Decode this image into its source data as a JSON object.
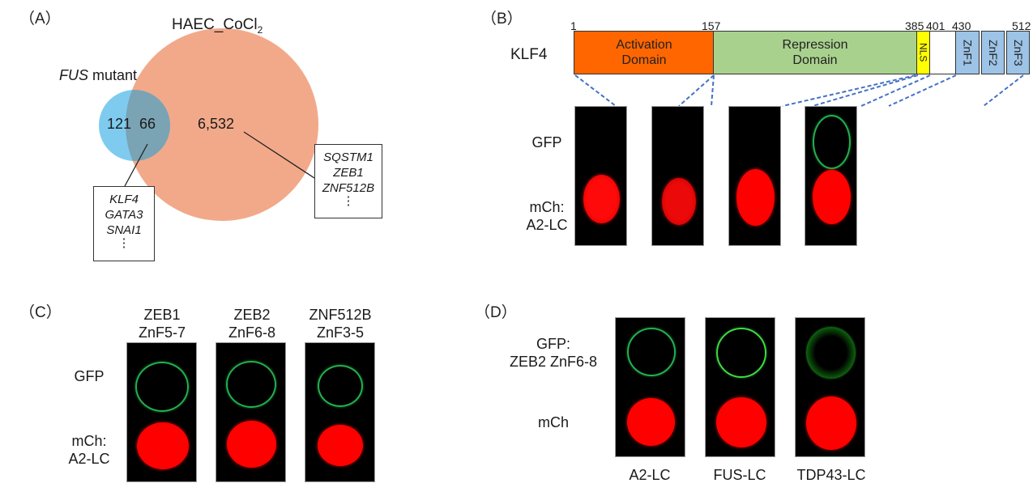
{
  "panels": {
    "A": {
      "label": "（A）",
      "set_large_label": "HAEC_CoCl",
      "set_large_subscript": "2",
      "set_small_label_italic": "FUS",
      "set_small_label_rest": " mutant",
      "counts": {
        "fus_only": "121",
        "overlap": "66",
        "haec_only": "6,532"
      },
      "overlap_genes": [
        "KLF4",
        "GATA3",
        "SNAI1",
        "⋮"
      ],
      "haec_genes": [
        "SQSTM1",
        "ZEB1",
        "ZNF512B",
        "⋮"
      ],
      "colors": {
        "fus_circle": "#7ecbef",
        "haec_circle": "#f2a98a",
        "overlap": "#7aa3b4"
      }
    },
    "B": {
      "label": "（B）",
      "protein": "KLF4",
      "positions": [
        "1",
        "157",
        "385",
        "401",
        "430",
        "512"
      ],
      "domains": [
        {
          "name": "Activation Domain",
          "line1": "Activation",
          "line2": "Domain",
          "color": "#ff6600"
        },
        {
          "name": "Repression Domain",
          "line1": "Repression",
          "line2": "Domain",
          "color": "#a9d18e"
        },
        {
          "name": "NLS",
          "color": "#ffff00"
        },
        {
          "name": "Linker",
          "color": "#ffffff"
        },
        {
          "name": "ZnF1",
          "color": "#9dc3e6"
        },
        {
          "name": "ZnF2",
          "color": "#9dc3e6"
        },
        {
          "name": "ZnF3",
          "color": "#9dc3e6"
        }
      ],
      "row_labels": {
        "gfp": "GFP",
        "mch_line1": "mCh:",
        "mch_line2": "A2-LC"
      },
      "images": [
        {
          "construct": "Activation Domain (1-157)",
          "gfp": "none",
          "mch": "droplet"
        },
        {
          "construct": "Repression Domain (157-385)",
          "gfp": "none",
          "mch": "droplet"
        },
        {
          "construct": "NLS-linker (385-430)",
          "gfp": "none",
          "mch": "droplet"
        },
        {
          "construct": "ZnF1-3 (430-512)",
          "gfp": "ring",
          "mch": "droplet"
        }
      ]
    },
    "C": {
      "label": "（C）",
      "columns": [
        {
          "line1": "ZEB1",
          "line2": "ZnF5-7"
        },
        {
          "line1": "ZEB2",
          "line2": "ZnF6-8"
        },
        {
          "line1": "ZNF512B",
          "line2": "ZnF3-5"
        }
      ],
      "row_labels": {
        "gfp": "GFP",
        "mch_line1": "mCh:",
        "mch_line2": "A2-LC"
      }
    },
    "D": {
      "label": "（D）",
      "row_labels": {
        "gfp_line1": "GFP:",
        "gfp_line2": "ZEB2 ZnF6-8",
        "mch": "mCh"
      },
      "columns": [
        "A2-LC",
        "FUS-LC",
        "TDP43-LC"
      ]
    }
  }
}
